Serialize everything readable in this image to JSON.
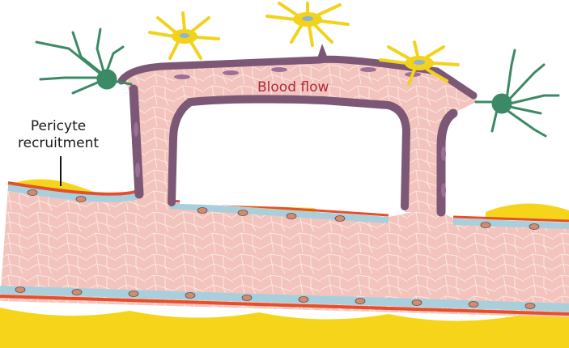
{
  "labels": {
    "pericyte_line1": "Pericyte",
    "pericyte_line2": "recruitment",
    "blood_flow": "Blood flow"
  },
  "colors": {
    "lumen": "#f3c4bd",
    "cell_outline": "#e7a9a1",
    "endothelium": "#a9cfdc",
    "basement_membrane": "#e3502c",
    "pericyte": "#f5d419",
    "sprout_cell": "#7d5776",
    "astrocyte": "#3b8a66",
    "microglia": "#f2d21b"
  }
}
